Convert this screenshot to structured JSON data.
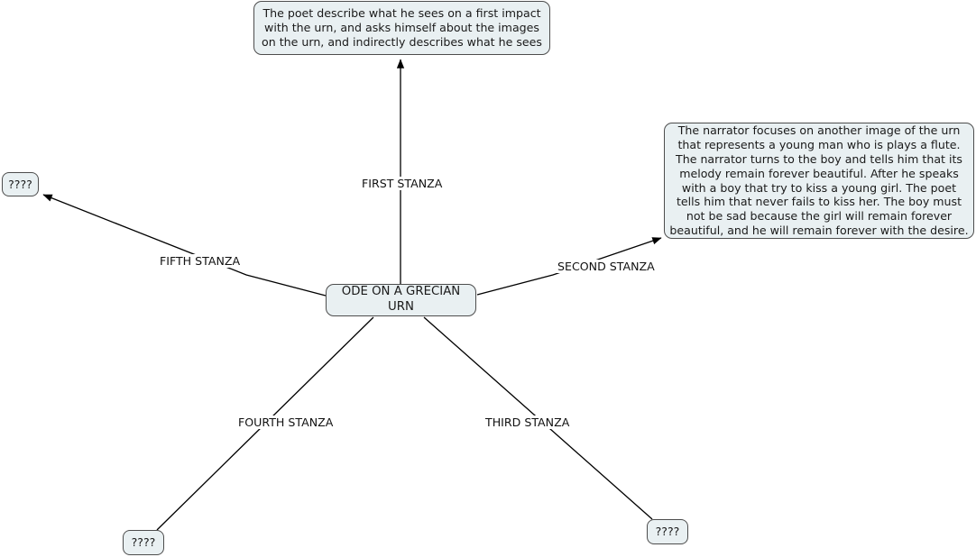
{
  "diagram": {
    "title": "ODE ON A GRECIAN URN",
    "type": "concept-map",
    "background_color": "#ffffff",
    "node_fill_color": "#e9f0f2",
    "node_border_color": "#4d4d4d",
    "edge_color": "#000000",
    "text_color": "#1a1a1a"
  },
  "nodes": {
    "center": {
      "label": "ODE ON A GRECIAN URN"
    },
    "first_stanza": {
      "label": "The poet describe what he sees on a first impact with the urn, and asks himself about the images on the urn, and indirectly describes what he sees"
    },
    "second_stanza": {
      "label": "The narrator focuses on another image of the urn that represents a young man who is plays a flute. The narrator turns to the boy and tells him that its melody remain forever beautiful. After he speaks with a boy that try to kiss a young girl. The poet tells him that never fails to kiss her. The boy must not be sad because the girl will remain forever beautiful, and he will remain forever with the desire."
    },
    "fifth_stanza": {
      "label": "????"
    },
    "fourth_stanza": {
      "label": "????"
    },
    "third_stanza": {
      "label": "????"
    }
  },
  "edges": [
    {
      "id": "first",
      "label": "FIRST STANZA",
      "from": "center",
      "to": "first_stanza",
      "arrow": true
    },
    {
      "id": "second",
      "label": "SECOND STANZA",
      "from": "center",
      "to": "second_stanza",
      "arrow": true
    },
    {
      "id": "fifth",
      "label": "FIFTH STANZA",
      "from": "center",
      "to": "fifth_stanza",
      "arrow": true
    },
    {
      "id": "fourth",
      "label": "FOURTH STANZA",
      "from": "center",
      "to": "fourth_stanza",
      "arrow": false
    },
    {
      "id": "third",
      "label": "THIRD STANZA",
      "from": "center",
      "to": "third_stanza",
      "arrow": false
    }
  ]
}
